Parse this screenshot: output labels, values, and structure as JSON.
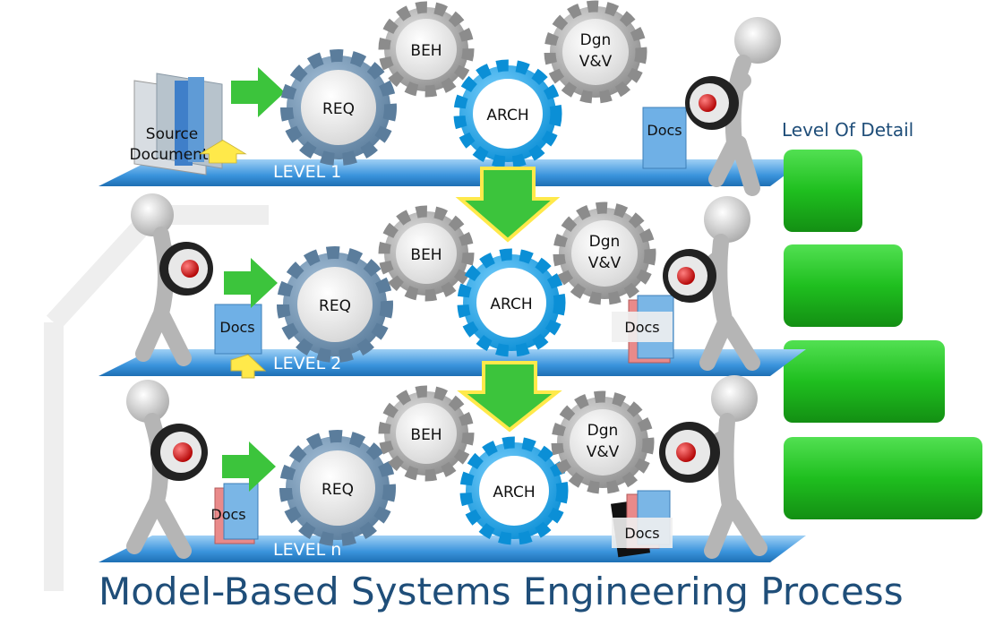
{
  "source_label_line1": "Source",
  "source_label_line2": "Documents",
  "level_of_detail_label": "Level Of Detail",
  "title": "Model-Based Systems Engineering Process",
  "gear_labels": {
    "req": "REQ",
    "beh": "BEH",
    "arch": "ARCH",
    "dgn_line1": "Dgn",
    "dgn_line2": "V&V"
  },
  "levels": [
    {
      "label": "LEVEL 1",
      "docs_out": "Docs"
    },
    {
      "label": "LEVEL 2",
      "docs_in": "Docs",
      "docs_out": "Docs"
    },
    {
      "label": "LEVEL n",
      "docs_in": "Docs",
      "docs_out": "Docs"
    }
  ],
  "colors": {
    "platform": "#3a8fd4",
    "gear_grey": "#9a9a9a",
    "gear_steel": "#6f8fac",
    "gear_blue": "#1ea0e6",
    "arrow_green": "#3cc43c",
    "arrow_yellow": "#ffe94a",
    "bar_green": "#22c322",
    "title_blue": "#1f4e79"
  }
}
